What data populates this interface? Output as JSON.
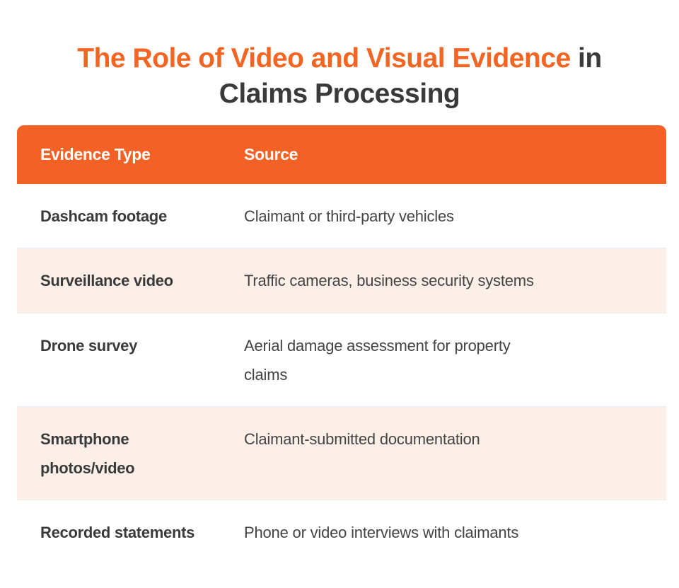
{
  "title": {
    "accent": "The Role of Video and Visual Evidence",
    "rest_line1": " in",
    "rest_line2": "Claims Processing"
  },
  "colors": {
    "accent": "#f26125",
    "row_alt": "#fcefe8",
    "text": "#3a3a3a"
  },
  "table": {
    "headers": [
      "Evidence Type",
      "Source"
    ],
    "rows": [
      {
        "type": "Dashcam footage",
        "source": "Claimant or third-party vehicles"
      },
      {
        "type": "Surveillance video",
        "source": "Traffic cameras, business security systems"
      },
      {
        "type": "Drone survey",
        "source": "Aerial damage assessment for property claims"
      },
      {
        "type": "Smartphone photos/video",
        "source": "Claimant-submitted documentation"
      },
      {
        "type": "Recorded statements",
        "source": "Phone or video interviews with claimants"
      }
    ]
  }
}
